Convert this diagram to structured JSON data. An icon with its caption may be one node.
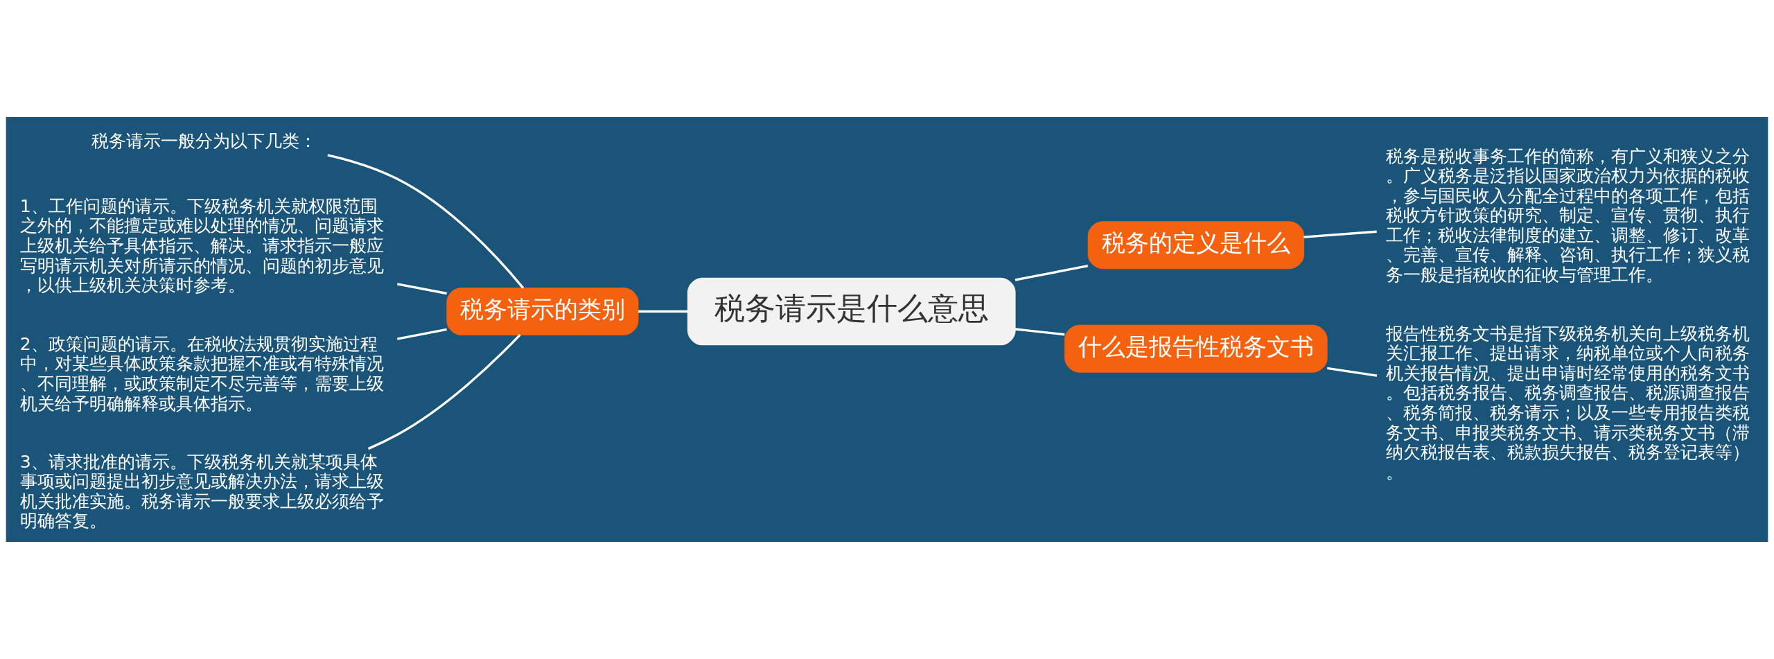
{
  "diagram": {
    "nodes": [
      {
        "text": [
          "税务请示是什么意思"
        ]
      },
      {
        "text": [
          "税务请示的类别"
        ]
      },
      {
        "text": [
          "税务请示一般分为以下几类："
        ]
      },
      {
        "text": [
          "1、工作问题的请示。下级税务机关就权限范围之外的，不能擅定或难以处理的情况、问题请求上级机关给予具体指示、解决。请求指示一般应写明请示机关对所请示的情况、问题的初步意见，以供上级机关决策时参考。"
        ]
      },
      {
        "text": [
          "2、政策问题的请示。在税收法规贯彻实施过程中，对某些具体政策条款把握不准或有特殊情况、不同理解，或政策制定不尽完善等，需要上级机关给予明确解释或具体指示。"
        ]
      },
      {
        "text": [
          "3、请求批准的请示。下级税务机关就某项具体事项或问题提出初步意见或解决办法，请求上级机关批准实施。税务请示一般要求上级必须给予明确答复。"
        ]
      },
      {
        "text": [
          "税务的定义是什么"
        ]
      },
      {
        "text": [
          "税务是税收事务工作的简称，有广义和狭义之分。广义税务是泛指以国家政治权力为依据的税收，参与国民收入分配全过程中的各项工作，包括税收方针政策的研究、制定、宣传、贯彻、执行工作；税收法律制度的建立、调整、修订、改革、完善、宣传、解释、咨询、执行工作；狭义税务一般是指税收的征收与管理工作。"
        ]
      },
      {
        "text": [
          "什么是报告性税务文书"
        ]
      },
      {
        "text": [
          "报告性税务文书是指下级税务机关向上级税务机关汇报工作、提出请求，纳税单位或个人向税务机关报告情况、提出申请时经常使用的税务文书。包括税务报告、税务调查报告、税源调查报告、税务简报、税务请示；以及一些专用报告类税务文书、申报类税务文书、请示类税务文书（滞纳欠税报告表、税款损失报告、税务登记表等）。"
        ]
      }
    ],
    "edges": [
      {
        "from": 0,
        "to": 1,
        "arrow": "none"
      },
      {
        "from": 1,
        "to": 2,
        "arrow": "none"
      },
      {
        "from": 1,
        "to": 3,
        "arrow": "none"
      },
      {
        "from": 1,
        "to": 4,
        "arrow": "none"
      },
      {
        "from": 1,
        "to": 5,
        "arrow": "none"
      },
      {
        "from": 0,
        "to": 6,
        "arrow": "none"
      },
      {
        "from": 6,
        "to": 7,
        "arrow": "none"
      },
      {
        "from": 0,
        "to": 8,
        "arrow": "none"
      },
      {
        "from": 8,
        "to": 9,
        "arrow": "none"
      }
    ]
  }
}
